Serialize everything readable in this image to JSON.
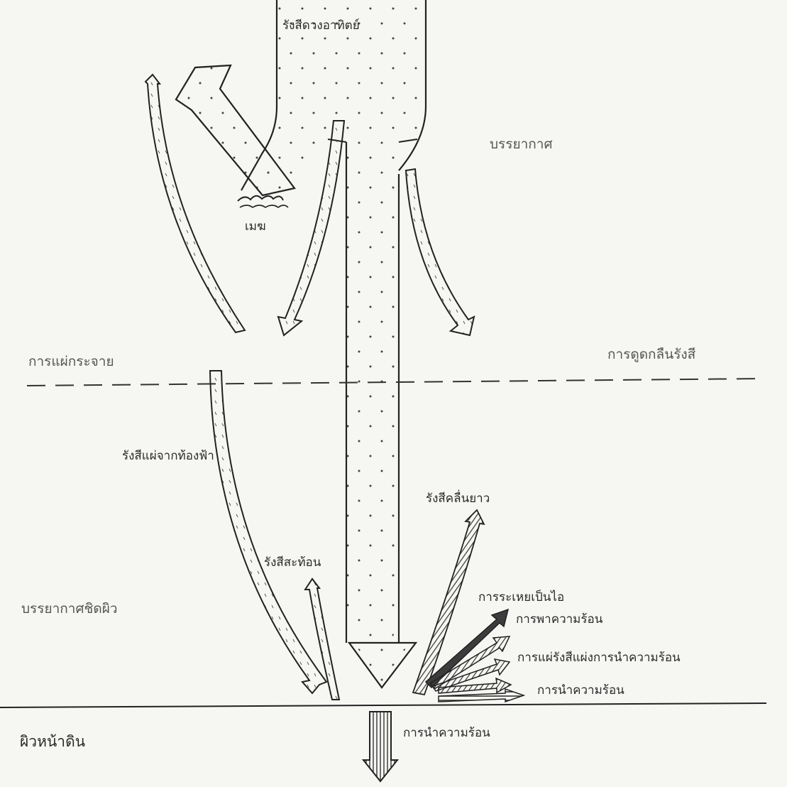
{
  "labels": {
    "incoming_radiation": "รังสีดวงอาทิตย์",
    "atmosphere": "บรรยากาศ",
    "cloud": "เมฆ",
    "scattering": "การแผ่กระจาย",
    "absorption": "การดูดกลืนรังสี",
    "diffuse_sky": "รังสีแผ่จากท้องฟ้า",
    "longwave": "รังสีคลื่นยาว",
    "reflected": "รังสีสะท้อน",
    "surface_air": "บรรยากาศชิดผิว",
    "evaporation": "การระเหยเป็นไอ",
    "convection": "การพาความร้อน",
    "radiation_conduction": "การแผ่รังสีแผ่งการนำความร้อน",
    "conduction": "การนำความร้อน",
    "ground_conduction": "การนำความร้อน",
    "ground_surface": "ผิวหน้าดิน"
  },
  "colors": {
    "ink": "#2a2a2a",
    "paper": "#f6f6f3",
    "dark_arrow": "#3c3c3c"
  }
}
